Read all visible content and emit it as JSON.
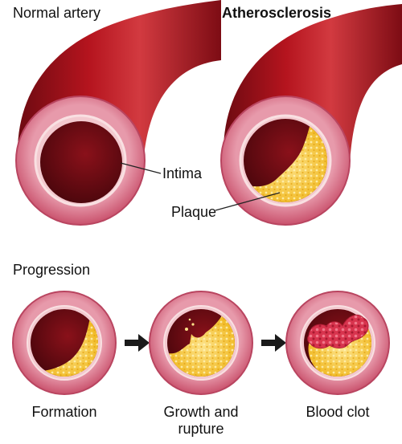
{
  "headings": {
    "normal_artery": "Normal artery",
    "atherosclerosis": "Atherosclerosis",
    "progression": "Progression"
  },
  "callouts": {
    "intima": "Intima",
    "plaque": "Plaque"
  },
  "stages": [
    {
      "line1": "Formation",
      "line2": ""
    },
    {
      "line1": "Growth and",
      "line2": "rupture"
    },
    {
      "line1": "Blood clot",
      "line2": ""
    }
  ],
  "colors": {
    "vessel_dark": "#7a0b12",
    "vessel_mid": "#b3121c",
    "vessel_light": "#d9454c",
    "wall_pink": "#d4657e",
    "wall_pink_light": "#e9a0b1",
    "intima_line": "#f4d3cf",
    "lumen_dark": "#5e0910",
    "plaque_yellow": "#f4c525",
    "plaque_light": "#fde38a",
    "clot_red": "#d8344e",
    "arrow": "#1a1a1a"
  }
}
